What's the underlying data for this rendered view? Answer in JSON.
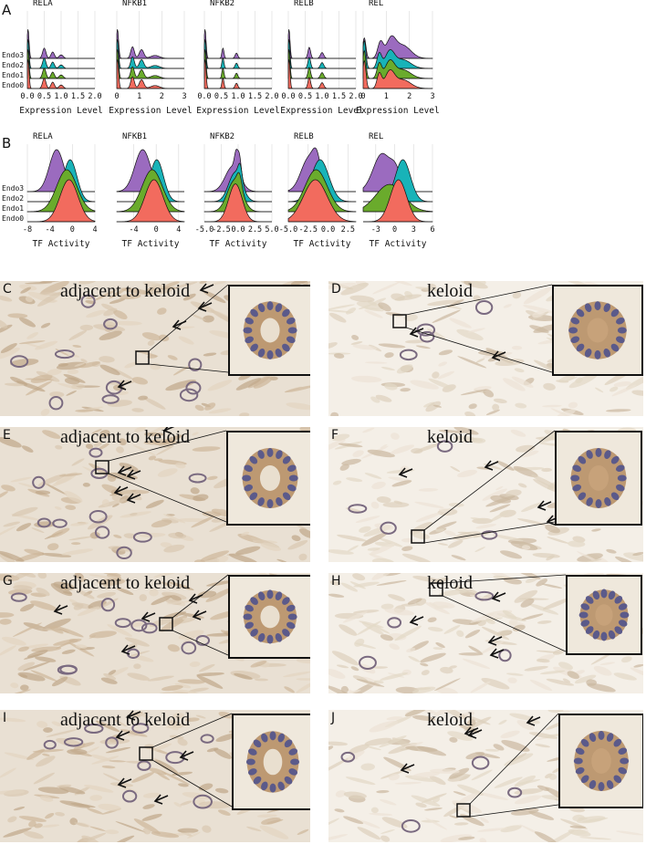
{
  "panel_labels": {
    "A": "A",
    "B": "B"
  },
  "ridge_rows": [
    "Endo3",
    "Endo2",
    "Endo1",
    "Endo0"
  ],
  "colors": {
    "Endo3": "#9b6bbf",
    "Endo2": "#18b3b8",
    "Endo1": "#6aab2c",
    "Endo0": "#f26b5e"
  },
  "chart_data": [
    {
      "type": "area",
      "panel": "A",
      "title": "RELA",
      "xlabel": "Expression Level",
      "tick_labels": [
        "0.0",
        "0.5",
        "1.0",
        "1.5",
        "2.0"
      ],
      "xlim": [
        0,
        2
      ],
      "ticks": [
        0,
        0.5,
        1,
        1.5,
        2
      ]
    },
    {
      "type": "area",
      "panel": "A",
      "title": "NFKB1",
      "xlabel": "Expression Level",
      "tick_labels": [
        "0",
        "1",
        "2",
        "3"
      ],
      "xlim": [
        0,
        3
      ],
      "ticks": [
        0,
        1,
        2,
        3
      ]
    },
    {
      "type": "area",
      "panel": "A",
      "title": "NFKB2",
      "xlabel": "Expression Level",
      "tick_labels": [
        "0.0",
        "0.5",
        "1.0",
        "1.5",
        "2.0"
      ],
      "xlim": [
        0,
        2
      ],
      "ticks": [
        0,
        0.5,
        1,
        1.5,
        2
      ]
    },
    {
      "type": "area",
      "panel": "A",
      "title": "RELB",
      "xlabel": "Expression Level",
      "tick_labels": [
        "0.0",
        "0.5",
        "1.0",
        "1.5",
        "2.0"
      ],
      "xlim": [
        0,
        2
      ],
      "ticks": [
        0,
        0.5,
        1,
        1.5,
        2
      ]
    },
    {
      "type": "area",
      "panel": "A",
      "title": "REL",
      "xlabel": "Expression Level",
      "tick_labels": [
        "0",
        "1",
        "2",
        "3"
      ],
      "xlim": [
        0,
        3
      ],
      "ticks": [
        0,
        1,
        2,
        3
      ]
    },
    {
      "type": "area",
      "panel": "B",
      "title": "RELA",
      "xlabel": "TF Activity",
      "tick_labels": [
        "-8",
        "-4",
        "0",
        "4"
      ],
      "xlim": [
        -8,
        4
      ],
      "ticks": [
        -8,
        -4,
        0,
        4
      ]
    },
    {
      "type": "area",
      "panel": "B",
      "title": "NFKB1",
      "xlabel": "TF Activity",
      "tick_labels": [
        "-4",
        "0",
        "4"
      ],
      "xlim": [
        -7,
        5
      ],
      "ticks": [
        -4,
        0,
        4
      ]
    },
    {
      "type": "area",
      "panel": "B",
      "title": "NFKB2",
      "xlabel": "TF Activity",
      "tick_labels": [
        "-5.0",
        "-2.5",
        "0.0",
        "2.5",
        "5.0"
      ],
      "xlim": [
        -5,
        5
      ],
      "ticks": [
        -5,
        -2.5,
        0,
        2.5,
        5
      ]
    },
    {
      "type": "area",
      "panel": "B",
      "title": "RELB",
      "xlabel": "TF Activity",
      "tick_labels": [
        "-5.0",
        "-2.5",
        "0.0",
        "2.5"
      ],
      "xlim": [
        -5,
        3.5
      ],
      "ticks": [
        -5,
        -2.5,
        0,
        2.5
      ]
    },
    {
      "type": "area",
      "panel": "B",
      "title": "REL",
      "xlabel": "TF Activity",
      "tick_labels": [
        "-3",
        "0",
        "3",
        "6"
      ],
      "xlim": [
        -5,
        6
      ],
      "ticks": [
        -3,
        0,
        3,
        6
      ]
    }
  ],
  "micrographs": [
    {
      "label": "C",
      "caption": "adjacent to keloid"
    },
    {
      "label": "D",
      "caption": "keloid"
    },
    {
      "label": "E",
      "caption": "adjacent to keloid"
    },
    {
      "label": "F",
      "caption": "keloid"
    },
    {
      "label": "G",
      "caption": "adjacent to keloid"
    },
    {
      "label": "H",
      "caption": "keloid"
    },
    {
      "label": "I",
      "caption": "adjacent to keloid"
    },
    {
      "label": "J",
      "caption": "keloid"
    }
  ]
}
